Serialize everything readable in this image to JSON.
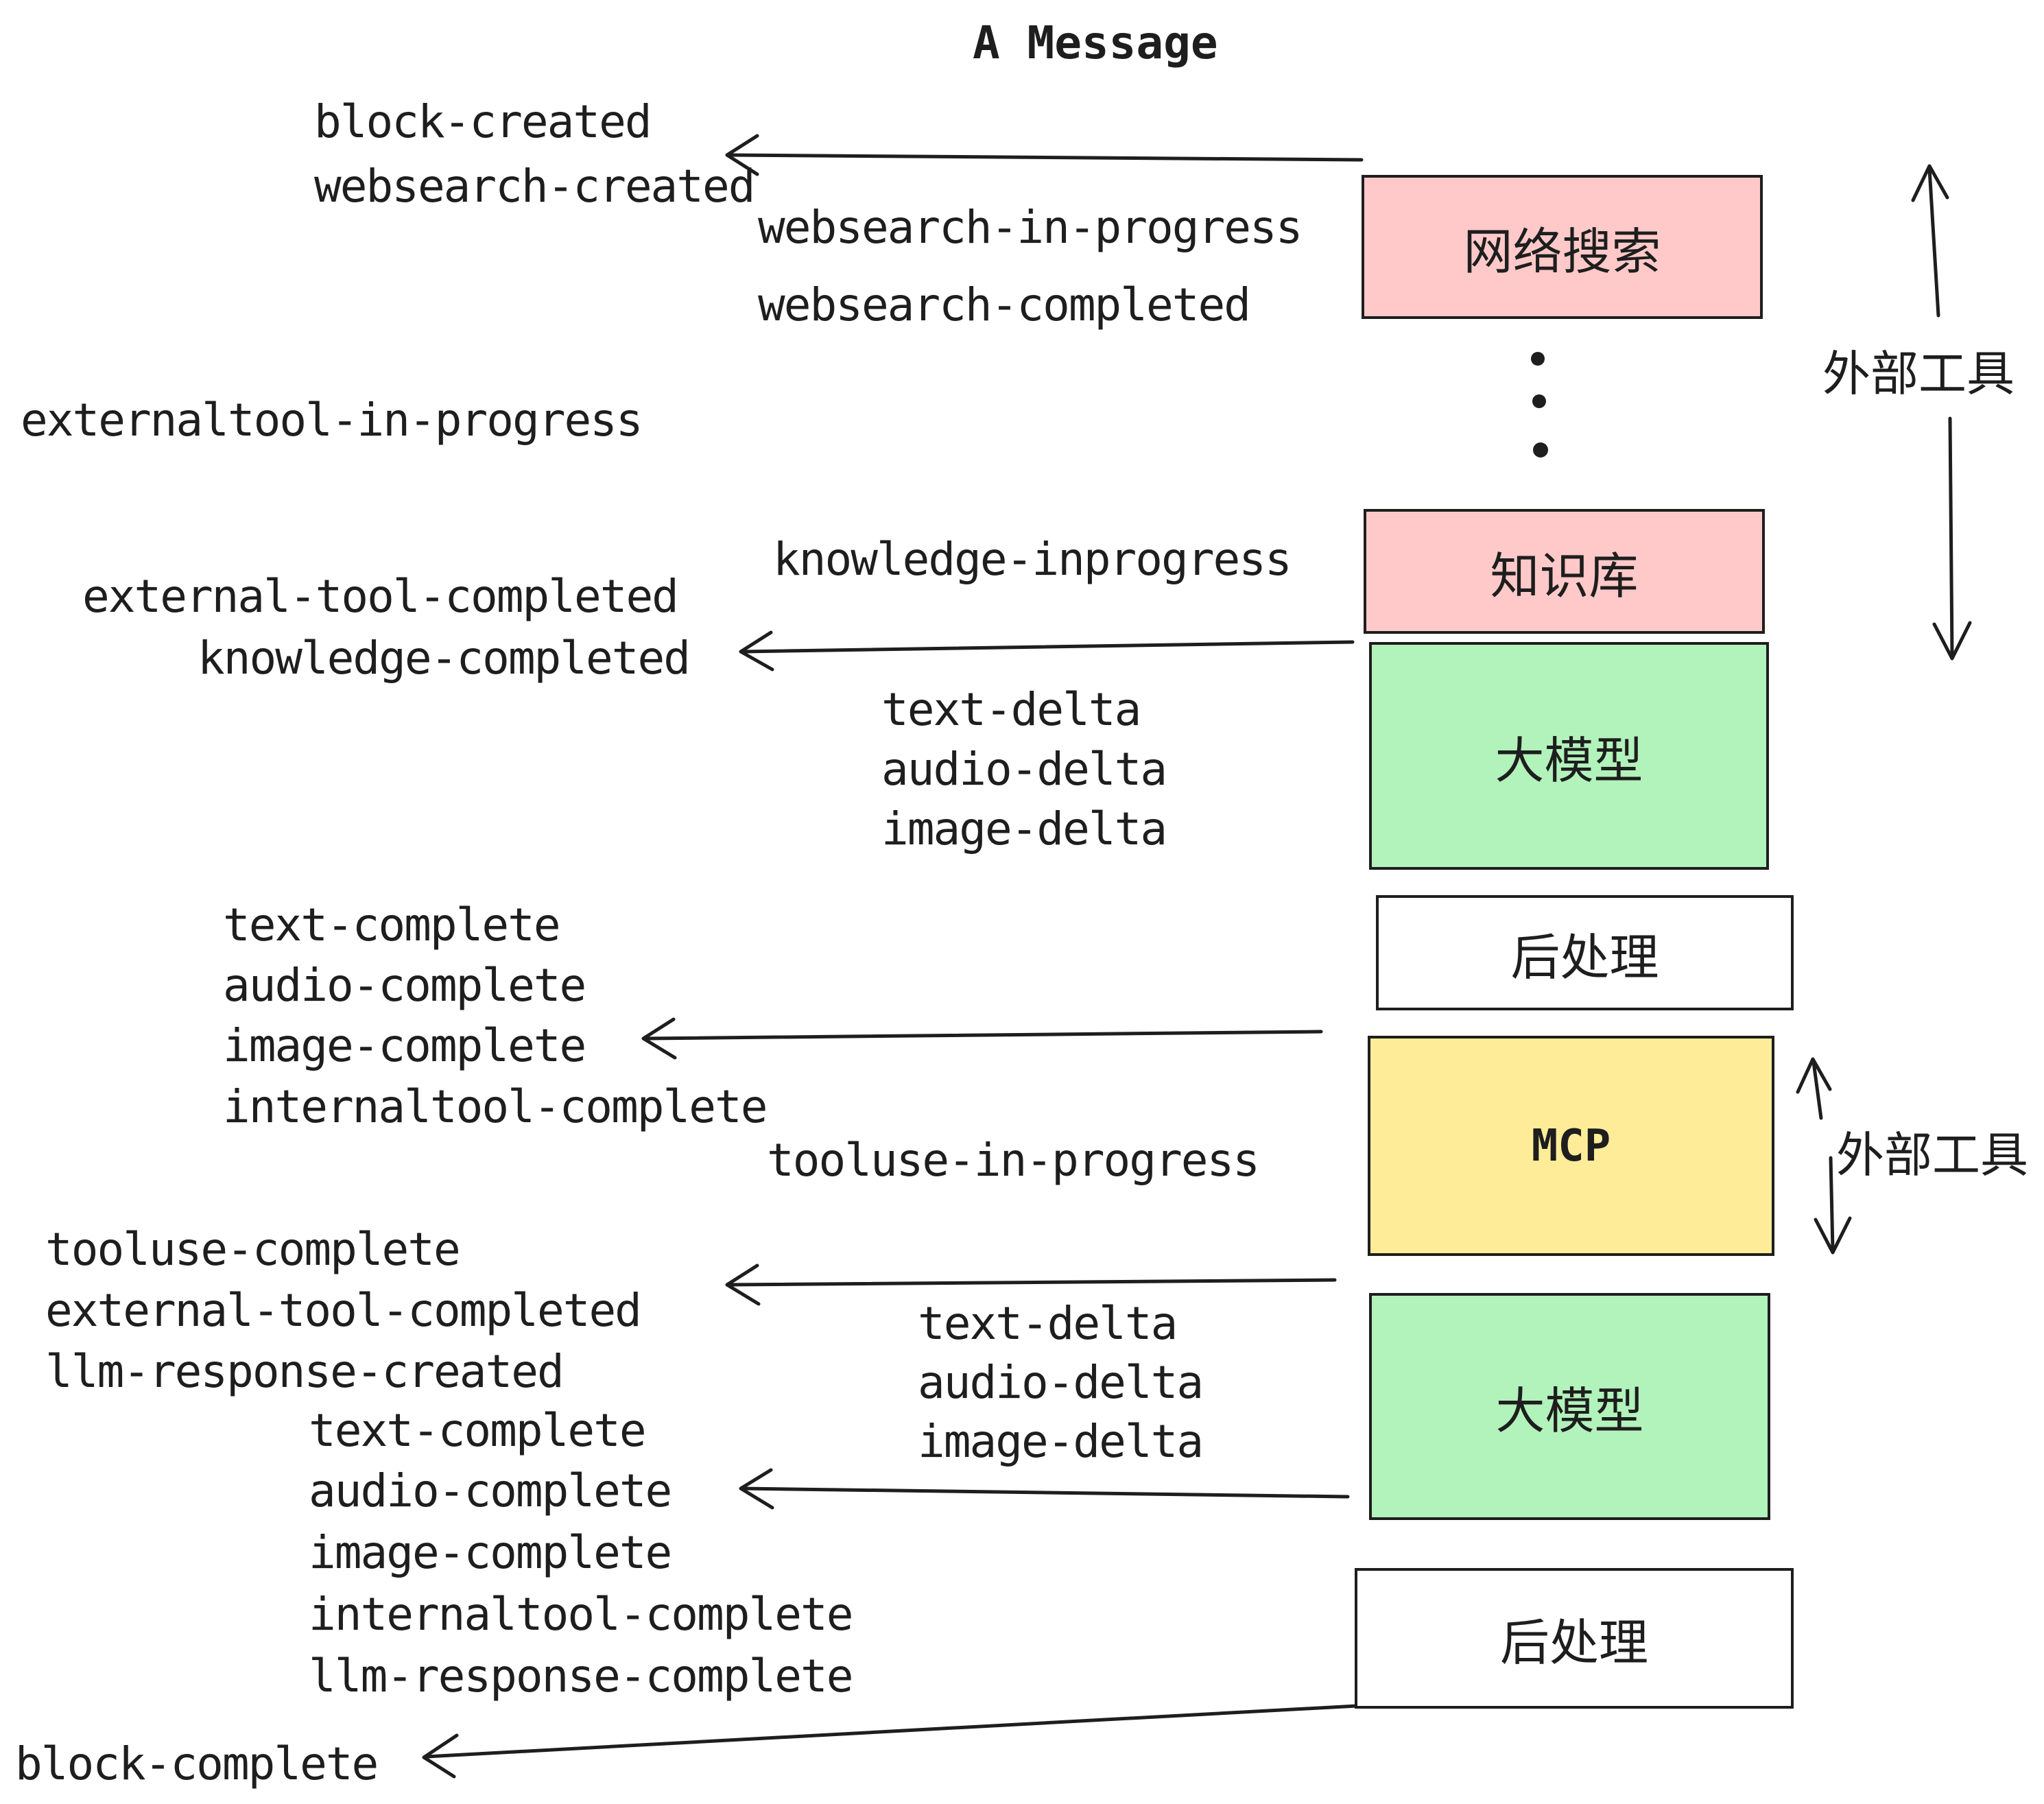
{
  "title": "A Message",
  "nodes": {
    "websearch": "网络搜索",
    "knowledge": "知识库",
    "llm1": "大模型",
    "post1": "后处理",
    "mcp": "MCP",
    "llm2": "大模型",
    "post2": "后处理"
  },
  "side": {
    "external_tools_1": "外部工具",
    "external_tools_2": "外部工具"
  },
  "events": {
    "block_created": "block-created",
    "websearch_created": "websearch-created",
    "websearch_in_progress": "websearch-in-progress",
    "websearch_completed": "websearch-completed",
    "externaltool_in_progress": "externaltool-in-progress",
    "knowledge_inprogress": "knowledge-inprogress",
    "external_tool_completed_1": "external-tool-completed",
    "knowledge_completed": "knowledge-completed",
    "text_delta_1": "text-delta",
    "audio_delta_1": "audio-delta",
    "image_delta_1": "image-delta",
    "text_complete_1": "text-complete",
    "audio_complete_1": "audio-complete",
    "image_complete_1": "image-complete",
    "internaltool_complete_1": "internaltool-complete",
    "tooluse_in_progress": "tooluse-in-progress",
    "tooluse_complete": "tooluse-complete",
    "external_tool_completed_2": "external-tool-completed",
    "llm_response_created": "llm-response-created",
    "text_complete_2": "text-complete",
    "audio_complete_2": "audio-complete",
    "image_complete_2": "image-complete",
    "internaltool_complete_2": "internaltool-complete",
    "llm_response_complete": "llm-response-complete",
    "block_complete": "block-complete",
    "text_delta_2": "text-delta",
    "audio_delta_2": "audio-delta",
    "image_delta_2": "image-delta"
  },
  "colors": {
    "stroke": "#1e1e1e",
    "box_pink": "#ffc9c9",
    "box_green": "#b2f2bb",
    "box_yellow": "#ffec99",
    "box_white": "#ffffff",
    "background": "#ffffff"
  }
}
